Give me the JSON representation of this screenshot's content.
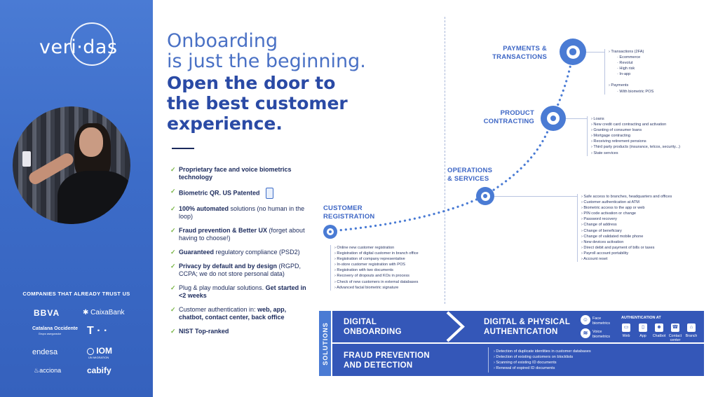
{
  "logo": {
    "text": "veri·das"
  },
  "headline": {
    "line1": "Onboarding",
    "line2": "is just the beginning.",
    "bold1": "Open the door to",
    "bold2": "the best customer",
    "bold3": "experience."
  },
  "features": [
    {
      "bold": "Proprietary face and voice biometrics technology",
      "rest": ""
    },
    {
      "bold": "Biometric QR. US Patented",
      "rest": ""
    },
    {
      "bold": "100% automated",
      "rest": " solutions (no human in the loop)"
    },
    {
      "bold": "Fraud prevention & Better UX",
      "rest": " (forget about having to choose!)"
    },
    {
      "bold": "Guaranteed",
      "rest": " regulatory compliance (PSD2)"
    },
    {
      "bold": "Privacy by default and by design",
      "rest": " (RGPD, CCPA; we do not store personal data)"
    },
    {
      "pre": "Plug & play modular solutions. ",
      "bold": "Get started in <2 weeks",
      "rest": ""
    },
    {
      "pre": "Customer authentication in: ",
      "bold": "web, app, chatbot, contact center, back office",
      "rest": ""
    },
    {
      "bold": "NIST Top-ranked",
      "rest": ""
    }
  ],
  "companies": {
    "title": "COMPANIES THAT ALREADY TRUST US",
    "brands": [
      "BBVA",
      "CaixaBank",
      "Catalana Occidente",
      "T · ·",
      "endesa",
      "IOM",
      "acciona",
      "cabify"
    ],
    "catalana_sub": "Grupo asegurador",
    "iom_sub": "UN MIGRATION"
  },
  "stages": {
    "payments": {
      "title1": "PAYMENTS &",
      "title2": "TRANSACTIONS",
      "items": [
        {
          "t": "Transactions (2FA)",
          "sub": false
        },
        {
          "t": "Ecommerce",
          "sub": true
        },
        {
          "t": "Revolut",
          "sub": true
        },
        {
          "t": "High risk",
          "sub": true
        },
        {
          "t": "In-app",
          "sub": true
        },
        {
          "t": "",
          "gap": true
        },
        {
          "t": "Payments",
          "sub": false
        },
        {
          "t": "With biometric POS",
          "sub": true
        }
      ]
    },
    "product": {
      "title1": "PRODUCT",
      "title2": "CONTRACTING",
      "items": [
        "Loans",
        "New credit card contracting and activation",
        "Granting of consumer loans",
        "Mortgage contracting",
        "Receiving retirement pensions",
        "Third party products (insurance, telcos, security...)",
        "State services"
      ]
    },
    "operations": {
      "title1": "OPERATIONS",
      "title2": "& SERVICES",
      "items": [
        "Safe access to branches, headquarters and offices",
        "Customer authentication at ATM",
        "Biometric access to the app or web",
        "PIN code activation or change",
        "Password recovery",
        "Change of address",
        "Change of beneficiary",
        "Change of validated mobile phone",
        "New devices activation",
        "Direct debit and payment of bills or taxes",
        "Payroll account portability",
        "Account reset"
      ]
    },
    "registration": {
      "title1": "CUSTOMER",
      "title2": "REGISTRATION",
      "items": [
        "Online new customer registration",
        "Registration of digital customer in branch office",
        "Registration of company representative",
        "In-store customer registration with POS",
        "Registration with two documents",
        "Recovery of dropouts and KOs in process",
        "Check of new customers in external databases",
        "Advanced facial biometric signature"
      ]
    }
  },
  "solutions": {
    "tab": "SOLUTIONS",
    "onboarding1": "DIGITAL",
    "onboarding2": "ONBOARDING",
    "auth1": "DIGITAL & PHYSICAL",
    "auth2": "AUTHENTICATION",
    "face1": "Face",
    "face2": "biometrics",
    "voice1": "Voice",
    "voice2": "biometrics",
    "auth_at": "AUTHENTICATION AT",
    "channels": [
      "Web",
      "App",
      "Chatbot",
      "Contact center",
      "Branch"
    ],
    "fraud1": "FRAUD PREVENTION",
    "fraud2": "AND DETECTION",
    "fraud_items": [
      "Detection of duplicate identities in customer databases",
      "Detection of existing customers on blocklists",
      "Scanning of existing ID documents",
      "Renewal of expired ID documents"
    ]
  },
  "colors": {
    "accent": "#4a7bd4",
    "navy": "#3457b8",
    "check": "#7ab648",
    "text": "#1b2a5c"
  }
}
